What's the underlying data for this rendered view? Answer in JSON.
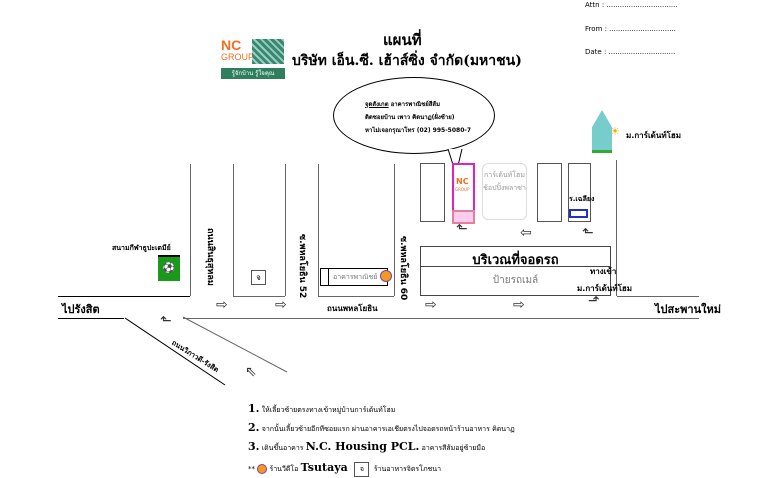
{
  "header": {
    "title": "แผนที่",
    "company": "บริษัท เอ็น.ซี. เฮ้าส์ซิ่ง จำกัด(มหาชน)",
    "attn": "Attn : ................................",
    "from": "From : ..............................",
    "date": "Date : .............................."
  },
  "logo": {
    "nc": "NC",
    "group": "GROUP",
    "slogan": "รู้จักบ้าน รู้ใจคุณ"
  },
  "bubble": {
    "label": "จุดสังเกต",
    "line1": "อาคารพาณิชย์สีส้ม",
    "line2": "ติดซอยบ้าน เพาว คิดนาฏ(ฝั่งซ้าย)",
    "line3": "หาไม่เจอกรุณาโทร (02) 995-5080-7"
  },
  "map": {
    "stadium": "สนามกีฬาธูปะเตมีย์",
    "road_left": "ถนนสินธุสุหลม",
    "soi52": "ซ.พหลโยธิน 52",
    "soi60": "ซ.พหลโยธิน 60",
    "shophouse": "อาคารพาณิชย์",
    "to_rangsit": "ไปรังสิต",
    "phahon": "ถนนพหลโยธิน",
    "vibhavadi": "ถนนวิภาวดี-รังสิต",
    "nc_building": "NC",
    "nc_group": "GROUP",
    "plaza1": "การ์เด้นท์โฮม",
    "plaza2": "ช้อปปิ้งพลาซ่า",
    "school": "ร.เฉลียง",
    "parking": "บริเวณที่จอดรถ",
    "bus_stop": "ป้ายรถเมล์",
    "entrance1": "ทางเข้า",
    "entrance2": "ม.การ์เด้นท์โฮม",
    "to_saphan": "ไปสะพานใหม่",
    "village": "ม.การ์เด้นท์โฮม",
    "restaurant_symbol": "จ"
  },
  "directions": [
    {
      "num": "1.",
      "text": "ให้เลี้ยวซ้ายตรงทางเข้าหมู่บ้านการ์เด้นท์โฮม"
    },
    {
      "num": "2.",
      "text": "จากนั้นเลี้ยวซ้ายอีกทีซอยแรก ผ่านอาคารเอเชียตรงไปจอดรถหน้าร้านอาหาร คิดนาฏ"
    },
    {
      "num": "3.",
      "text": "เดินขึ้นอาคาร",
      "bold": "N.C. Housing PCL.",
      "after": "อาคารสีส้มอยู่ซ้ายมือ"
    }
  ],
  "legend": {
    "stars": "**",
    "tsutaya_pre": "ร้านวีดีโอ",
    "tsutaya": "Tsutaya",
    "symbol": "จ",
    "restaurant": "ร้านอาหารจิตรโภชนา"
  },
  "colors": {
    "orange": "#f08020",
    "green": "#3a8a5a",
    "magenta": "#e020c0",
    "blue": "#2030c0"
  }
}
